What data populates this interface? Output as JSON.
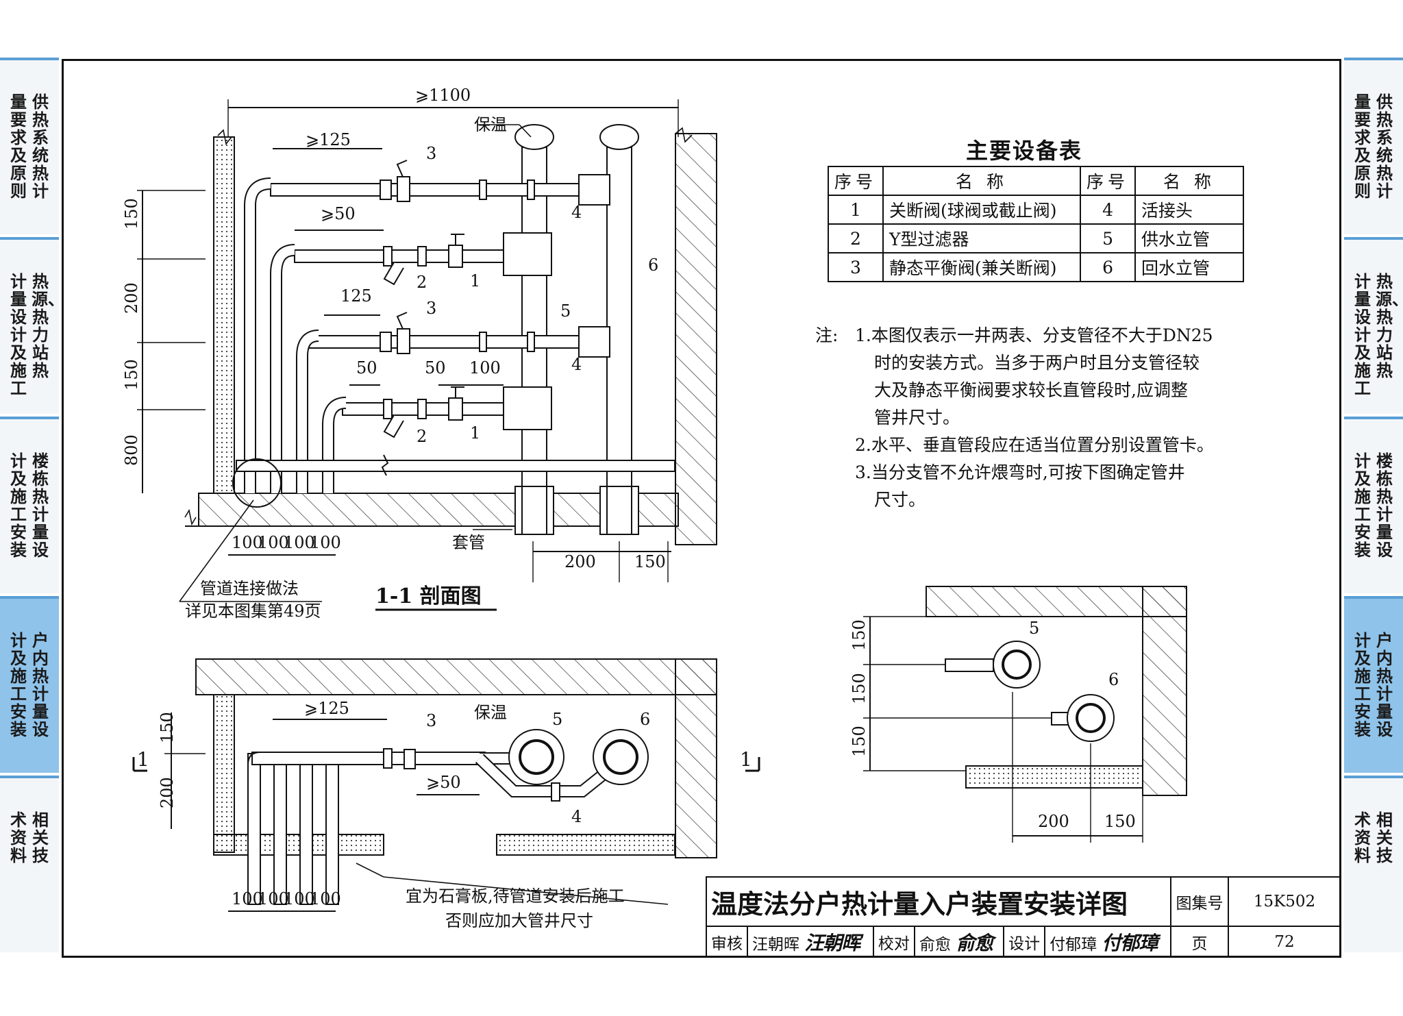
{
  "side_tabs": [
    "供热系统热计量要求及原则",
    "热源、热力站热计量设计及施工",
    "楼栋热计量设计及施工安装",
    "户内热计量设计及施工安装",
    "相关技术资料"
  ],
  "active_tab_index": 3,
  "equipment_table": {
    "title": "主要设备表",
    "header_no": "序号",
    "header_name": "名 称",
    "rows": [
      {
        "no_a": "1",
        "name_a": "关断阀(球阀或截止阀)",
        "no_b": "4",
        "name_b": "活接头"
      },
      {
        "no_a": "2",
        "name_a": "Y型过滤器",
        "no_b": "5",
        "name_b": "供水立管"
      },
      {
        "no_a": "3",
        "name_a": "静态平衡阀(兼关断阀)",
        "no_b": "6",
        "name_b": "回水立管"
      }
    ]
  },
  "notes": {
    "lead": "注:",
    "n1": "1.本图仅表示一井两表、分支管径不大于DN25",
    "n1_l2": "时的安装方式。当多于两户时且分支管径较",
    "n1_l3": "大及静态平衡阀要求较长直管段时,应调整",
    "n1_l4": "管井尺寸。",
    "n2": "2.水平、垂直管段应在适当位置分别设置管卡。",
    "n3": "3.当分支管不允许煨弯时,可按下图确定管井",
    "n3_l2": "尺寸。"
  },
  "section": {
    "title": "1-1 剖面图",
    "dim_total": "⩾1100",
    "dim_125a": "⩾125",
    "dim_50a": "⩾50",
    "dim_125b": "125",
    "dim_50b": "50",
    "dim_50c": "50",
    "dim_100": "100",
    "v_150a": "150",
    "v_200": "200",
    "v_150b": "150",
    "v_800": "800",
    "bottom_dims": [
      "100",
      "100",
      "100",
      "100"
    ],
    "dim_200": "200",
    "dim_150": "150",
    "label_insulation": "保温",
    "label_sleeve": "套管",
    "label_conn_1": "管道连接做法",
    "label_conn_2": "详见本图集第49页",
    "callouts": [
      "3",
      "4",
      "6",
      "2",
      "1",
      "5",
      "3",
      "4",
      "2",
      "1"
    ]
  },
  "plan": {
    "dim_125": "⩾125",
    "dim_50": "⩾50",
    "v_150": "150",
    "v_200": "200",
    "bottom_dims": [
      "100",
      "100",
      "100",
      "100"
    ],
    "label_insulation": "保温",
    "section_mark": "1",
    "callouts": [
      "3",
      "5",
      "6",
      "4"
    ],
    "note_1": "宜为石膏板,待管道安装后施工",
    "note_2": "否则应加大管井尺寸"
  },
  "small_plan": {
    "v_dims": [
      "150",
      "150",
      "150"
    ],
    "h_dims": [
      "200",
      "150"
    ],
    "callouts": [
      "5",
      "6"
    ]
  },
  "title_block": {
    "title": "温度法分户热计量入户装置安装详图",
    "atlas_label": "图集号",
    "atlas_no": "15K502",
    "review_label": "审核",
    "reviewer": "汪朝晖",
    "reviewer_sig": "汪朝晖",
    "check_label": "校对",
    "checker": "俞愈",
    "checker_sig": "俞愈",
    "design_label": "设计",
    "designer": "付郁璋",
    "designer_sig": "付郁璋",
    "page_label": "页",
    "page_no": "72"
  }
}
